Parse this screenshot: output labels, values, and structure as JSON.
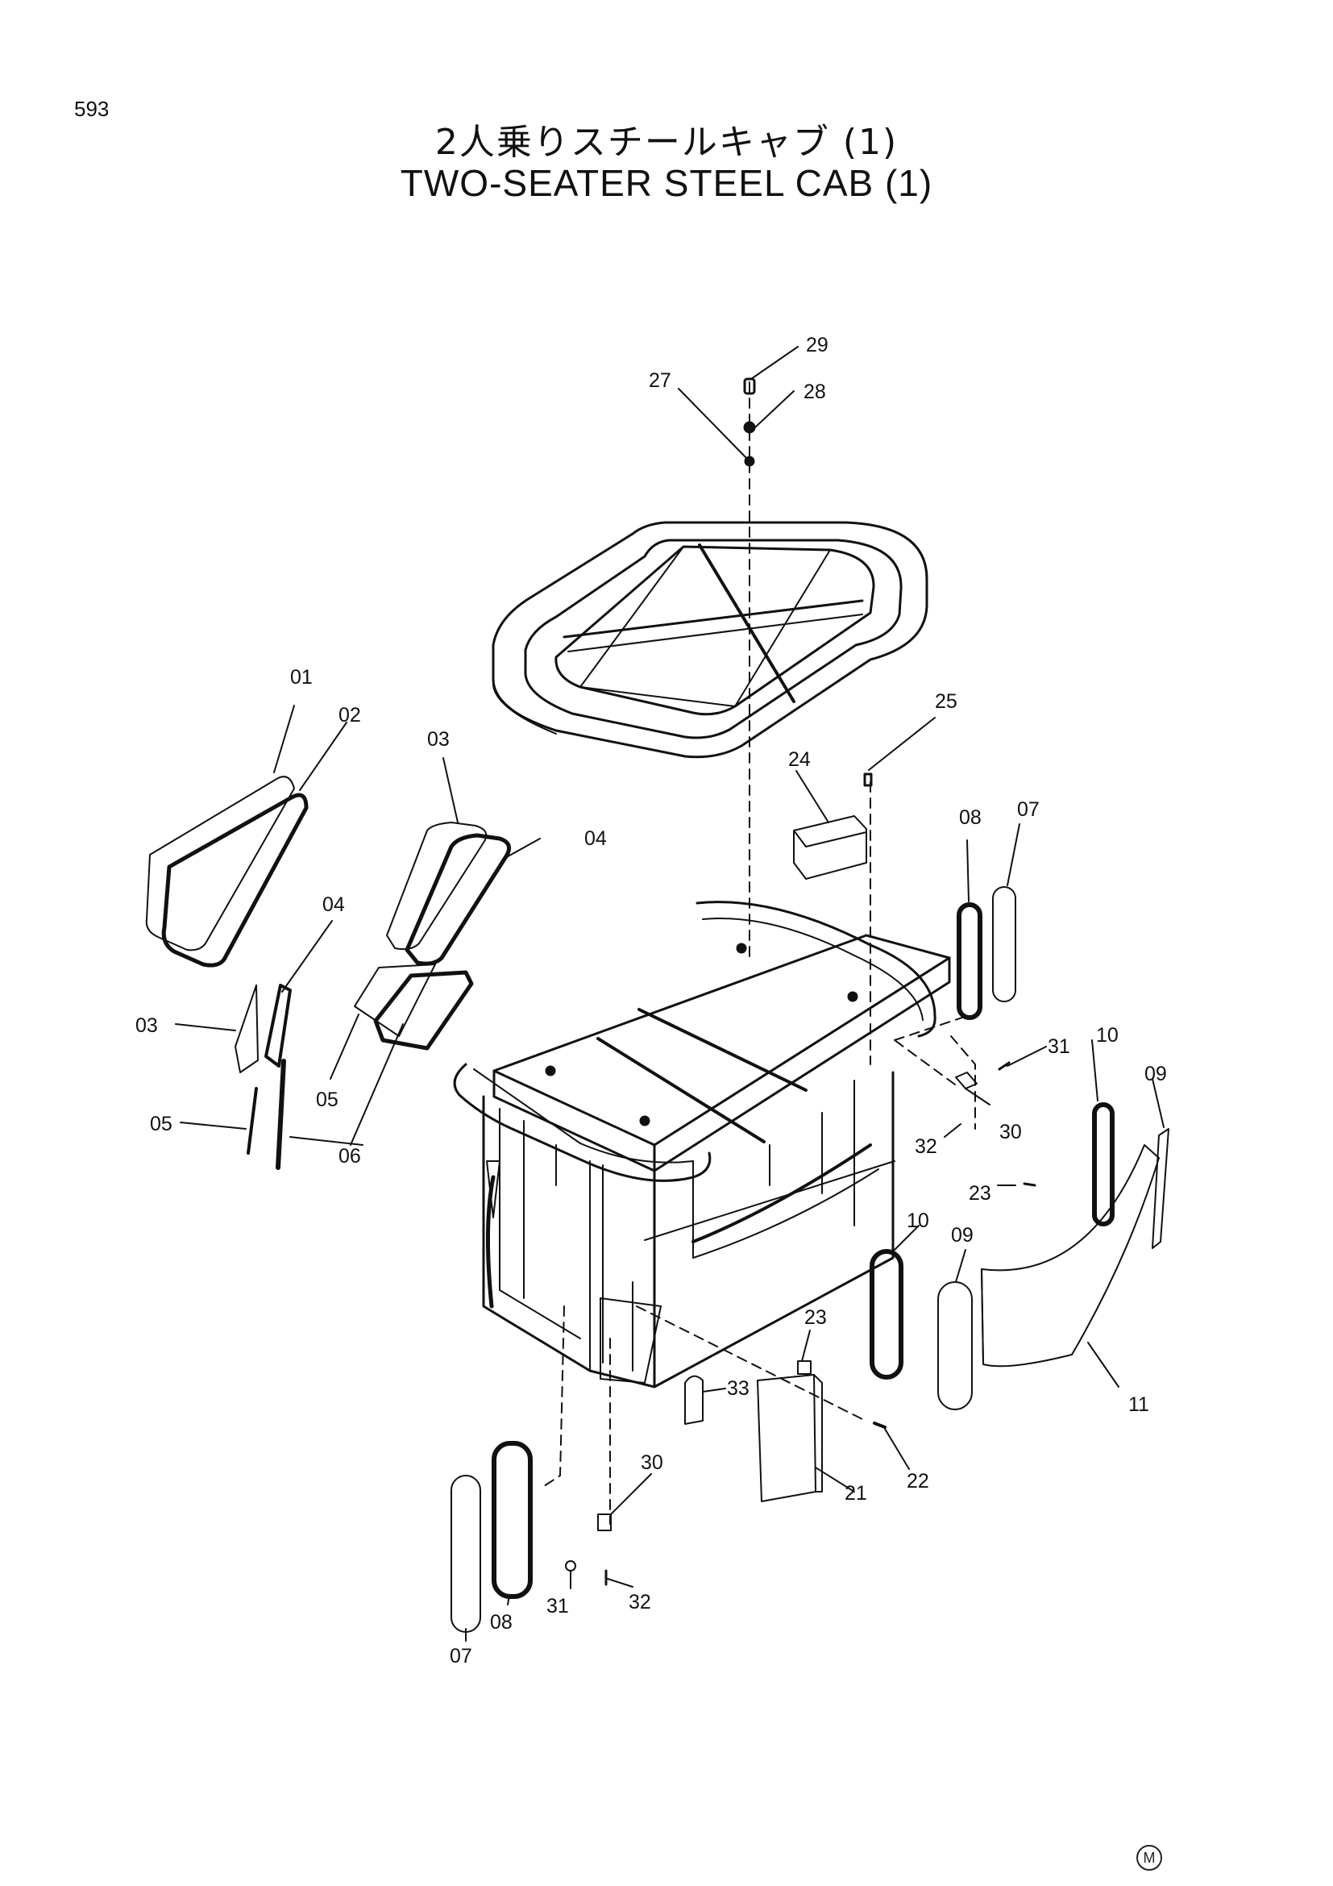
{
  "page": {
    "number": "593",
    "title_jp": "2人乗りスチールキャブ (1)",
    "title_en": "TWO-SEATER STEEL CAB (1)",
    "mark": "M"
  },
  "callouts": [
    {
      "id": "c29",
      "label": "29"
    },
    {
      "id": "c27",
      "label": "27"
    },
    {
      "id": "c28",
      "label": "28"
    },
    {
      "id": "c01",
      "label": "01"
    },
    {
      "id": "c02",
      "label": "02"
    },
    {
      "id": "c03a",
      "label": "03"
    },
    {
      "id": "c04a",
      "label": "04"
    },
    {
      "id": "c04b",
      "label": "04"
    },
    {
      "id": "c03b",
      "label": "03"
    },
    {
      "id": "c05a",
      "label": "05"
    },
    {
      "id": "c05b",
      "label": "05"
    },
    {
      "id": "c06",
      "label": "06"
    },
    {
      "id": "c25",
      "label": "25"
    },
    {
      "id": "c24",
      "label": "24"
    },
    {
      "id": "c08a",
      "label": "08"
    },
    {
      "id": "c07a",
      "label": "07"
    },
    {
      "id": "c31a",
      "label": "31"
    },
    {
      "id": "c10a",
      "label": "10"
    },
    {
      "id": "c09a",
      "label": "09"
    },
    {
      "id": "c30a",
      "label": "30"
    },
    {
      "id": "c32a",
      "label": "32"
    },
    {
      "id": "c23a",
      "label": "23"
    },
    {
      "id": "c10b",
      "label": "10"
    },
    {
      "id": "c09b",
      "label": "09"
    },
    {
      "id": "c23b",
      "label": "23"
    },
    {
      "id": "c33",
      "label": "33"
    },
    {
      "id": "c11",
      "label": "11"
    },
    {
      "id": "c30b",
      "label": "30"
    },
    {
      "id": "c21",
      "label": "21"
    },
    {
      "id": "c22",
      "label": "22"
    },
    {
      "id": "c31b",
      "label": "31"
    },
    {
      "id": "c32b",
      "label": "32"
    },
    {
      "id": "c08b",
      "label": "08"
    },
    {
      "id": "c07b",
      "label": "07"
    }
  ]
}
